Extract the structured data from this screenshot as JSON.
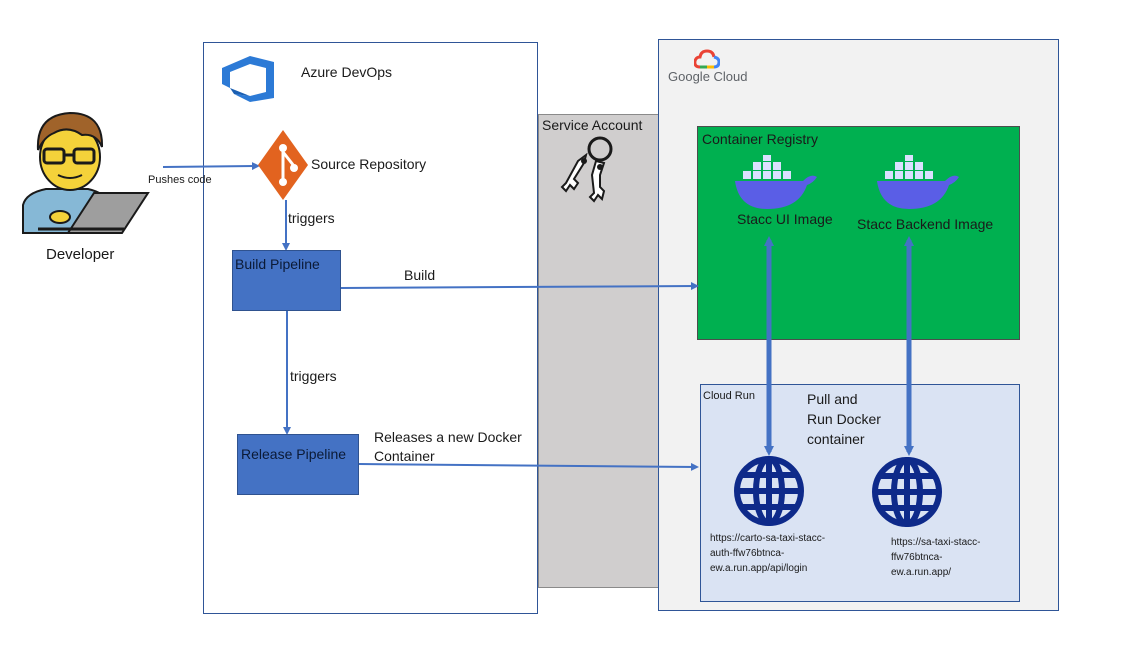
{
  "azure": {
    "title": "Azure DevOps"
  },
  "developer": {
    "label": "Developer"
  },
  "edges": {
    "pushes": "Pushes code",
    "triggers1": "triggers",
    "triggers2": "triggers",
    "build": "Build",
    "releases_line1": "Releases a new Docker",
    "releases_line2": "Container"
  },
  "source_repo": {
    "label": "Source Repository"
  },
  "build_pipeline": {
    "label": "Build Pipeline"
  },
  "release_pipeline": {
    "label": "Release Pipeline"
  },
  "service_account": {
    "label": "Service Account"
  },
  "gcp": {
    "brand": "Google Cloud"
  },
  "registry": {
    "title": "Container Registry",
    "ui_image": "Stacc UI Image",
    "backend_image": "Stacc Backend Image"
  },
  "cloudrun": {
    "title": "Cloud Run",
    "pull_line1": "Pull and",
    "pull_line2": "Run Docker",
    "pull_line3": "container",
    "url1_line1": "https://carto-sa-taxi-stacc-",
    "url1_line2": "auth-ffw76btnca-",
    "url1_line3": "ew.a.run.app/api/login",
    "url2_line1": "https://sa-taxi-stacc-",
    "url2_line2": "ffw76btnca-",
    "url2_line3": "ew.a.run.app/"
  },
  "colors": {
    "arrow": "#4472c4",
    "pipeline": "#4472c4",
    "registry": "#00b050",
    "cloudrun": "#dae3f3",
    "globe": "#0e2a8a",
    "docker": "#5a5ee6",
    "git": "#e2631f"
  }
}
